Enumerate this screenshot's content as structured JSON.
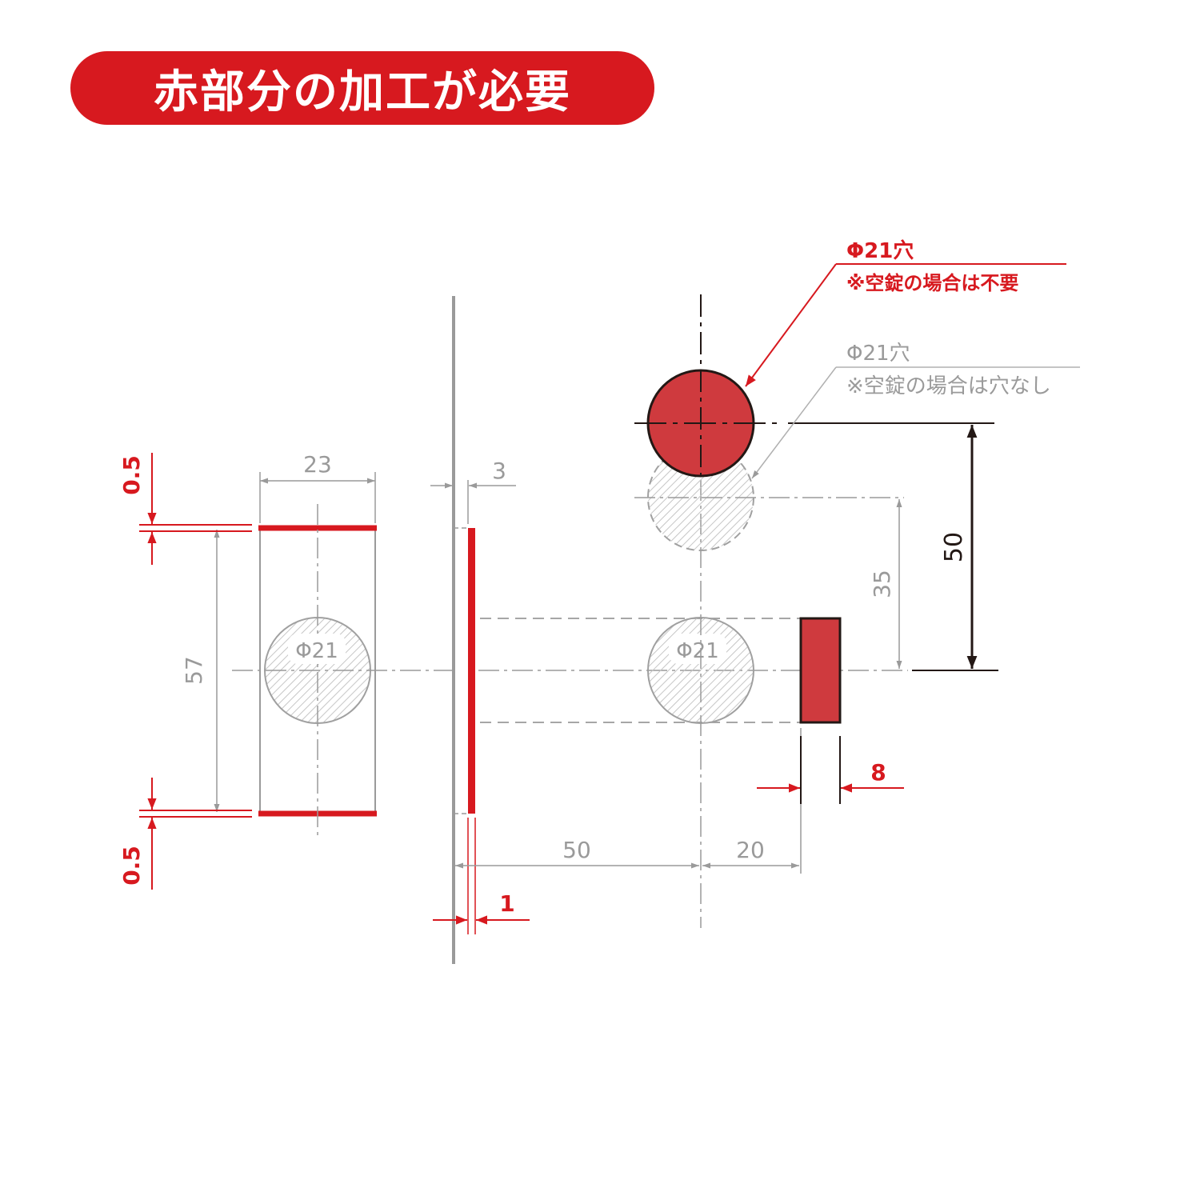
{
  "title": "赤部分の加工が必要",
  "colors": {
    "red": "#d7191f",
    "fill_red": "#cf3a3e",
    "gray": "#9a9a9a",
    "dark": "#231815"
  },
  "callouts": {
    "required": {
      "line1": "Φ21穴",
      "line2": "※空錠の場合は不要"
    },
    "optional": {
      "line1": "Φ21穴",
      "line2": "※空錠の場合は穴なし"
    }
  },
  "hole_labels": {
    "front": "Φ21",
    "side": "Φ21"
  },
  "dimensions": {
    "front_width": "23",
    "front_height": "57",
    "edge_top": "0.5",
    "edge_bottom": "0.5",
    "plate_gap": "3",
    "plate_thickness": "1",
    "backset": "50",
    "strike_offset": "20",
    "strike_width": "8",
    "hole_offset_35": "35",
    "hole_offset_50": "50"
  }
}
